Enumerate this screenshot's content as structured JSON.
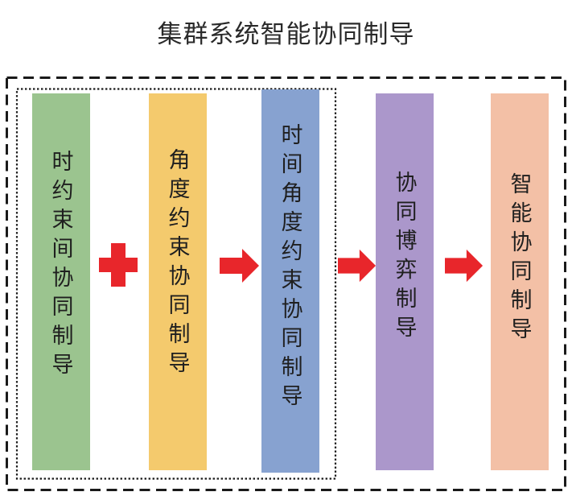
{
  "title": "集群系统智能协同制导",
  "colors": {
    "frame": "#1a1a1a",
    "connector_red": "#e8262b",
    "text": "#1f1f1f",
    "background": "#ffffff"
  },
  "flow": {
    "stages": [
      {
        "label": "时约束间协同制导",
        "color": "#9bc48f"
      },
      {
        "label": "角度约束协同制导",
        "color": "#f4ca6d"
      },
      {
        "label": "时间角度约束协同制导",
        "color": "#87a2d0"
      },
      {
        "label": "协同博弈制导",
        "color": "#ab97cb"
      },
      {
        "label": "智能协同制导",
        "color": "#f3c0a6"
      }
    ],
    "connectors": [
      {
        "type": "plus"
      },
      {
        "type": "arrow-right"
      },
      {
        "type": "arrow-right"
      },
      {
        "type": "arrow-right"
      }
    ]
  }
}
